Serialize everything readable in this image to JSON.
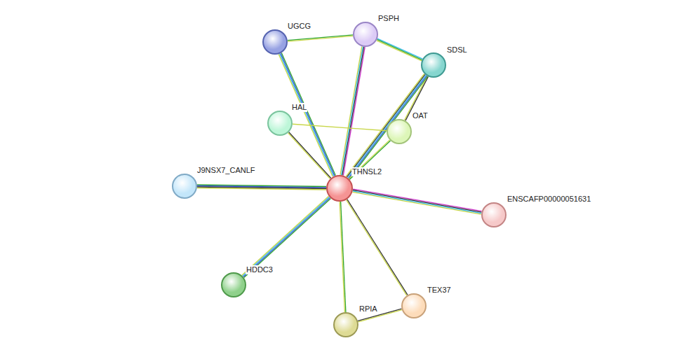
{
  "diagram": {
    "nodes": [
      {
        "text": [
          "UGCG"
        ]
      },
      {
        "text": [
          "PSPH"
        ]
      },
      {
        "text": [
          "SDSL"
        ]
      },
      {
        "text": [
          "HAL"
        ]
      },
      {
        "text": [
          "OAT"
        ]
      },
      {
        "text": [
          "J9NSX7_CANLF"
        ]
      },
      {
        "text": [
          "THNSL2"
        ]
      },
      {
        "text": [
          "ENSCAFP00000051631"
        ]
      },
      {
        "text": [
          "HDDC3"
        ]
      },
      {
        "text": [
          "RPIA"
        ]
      },
      {
        "text": [
          "TEX37"
        ]
      }
    ],
    "edges": [
      {
        "from": 0,
        "to": 1,
        "arrow": "none"
      },
      {
        "from": 0,
        "to": 6,
        "arrow": "none"
      },
      {
        "from": 1,
        "to": 2,
        "arrow": "none"
      },
      {
        "from": 1,
        "to": 6,
        "arrow": "none"
      },
      {
        "from": 2,
        "to": 4,
        "arrow": "none"
      },
      {
        "from": 2,
        "to": 6,
        "arrow": "none"
      },
      {
        "from": 3,
        "to": 4,
        "arrow": "none"
      },
      {
        "from": 3,
        "to": 6,
        "arrow": "none"
      },
      {
        "from": 4,
        "to": 6,
        "arrow": "none"
      },
      {
        "from": 5,
        "to": 6,
        "arrow": "none"
      },
      {
        "from": 6,
        "to": 7,
        "arrow": "none"
      },
      {
        "from": 6,
        "to": 8,
        "arrow": "none"
      },
      {
        "from": 6,
        "to": 9,
        "arrow": "none"
      },
      {
        "from": 6,
        "to": 10,
        "arrow": "none"
      },
      {
        "from": 9,
        "to": 10,
        "arrow": "none"
      }
    ]
  }
}
